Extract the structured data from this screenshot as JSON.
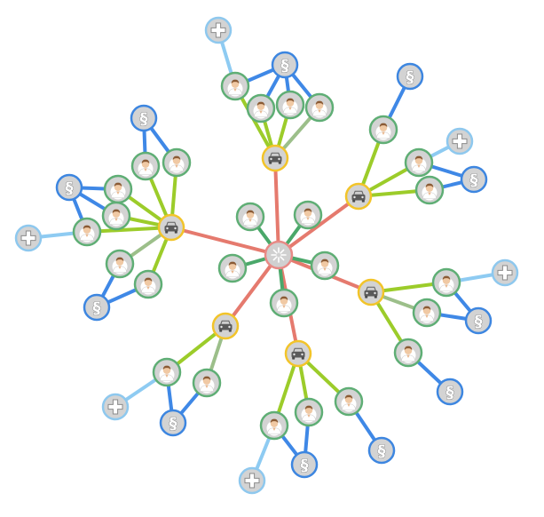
{
  "graph": {
    "colors": {
      "center_fill": "#d0d0d0",
      "center_ring": "#e88a86",
      "car_ring": "#f2c42a",
      "person_ring": "#5fae75",
      "legal_ring": "#3d86e0",
      "medical_ring": "#8ec8ee",
      "node_fill": "#d3d3d3",
      "edge_center_car": "#e57a6e",
      "edge_center_person": "#4aa86a",
      "edge_car_person": "#9ccc2a",
      "edge_car_person_muted": "#9cbf8a",
      "edge_legal": "#3f88e6",
      "edge_medical": "#8ecbf2"
    },
    "icons": {
      "center": "sparkle-icon",
      "car": "car-icon",
      "person": "person-icon",
      "legal": "section-sign-icon",
      "medical": "plus-icon"
    },
    "glyphs": {
      "legal": "§"
    },
    "nodes": [
      {
        "id": "center",
        "type": "center"
      },
      {
        "id": "car-n",
        "type": "car"
      },
      {
        "id": "car-ne",
        "type": "car"
      },
      {
        "id": "car-w",
        "type": "car"
      },
      {
        "id": "car-e",
        "type": "car"
      },
      {
        "id": "car-sw",
        "type": "car"
      },
      {
        "id": "car-s",
        "type": "car"
      },
      {
        "id": "p-c1",
        "type": "person"
      },
      {
        "id": "p-c2",
        "type": "person"
      },
      {
        "id": "p-c3",
        "type": "person"
      },
      {
        "id": "p-c4",
        "type": "person"
      },
      {
        "id": "p-c5",
        "type": "person"
      },
      {
        "id": "p-n1",
        "type": "person"
      },
      {
        "id": "p-n2",
        "type": "person"
      },
      {
        "id": "p-n3",
        "type": "person"
      },
      {
        "id": "p-n4",
        "type": "person"
      },
      {
        "id": "l-n",
        "type": "legal"
      },
      {
        "id": "m-n",
        "type": "medical"
      },
      {
        "id": "p-ne1",
        "type": "person"
      },
      {
        "id": "p-ne2",
        "type": "person"
      },
      {
        "id": "p-ne3",
        "type": "person"
      },
      {
        "id": "l-ne1",
        "type": "legal"
      },
      {
        "id": "l-ne2",
        "type": "legal"
      },
      {
        "id": "m-ne",
        "type": "medical"
      },
      {
        "id": "p-w1",
        "type": "person"
      },
      {
        "id": "p-w2",
        "type": "person"
      },
      {
        "id": "p-w3",
        "type": "person"
      },
      {
        "id": "p-w4",
        "type": "person"
      },
      {
        "id": "p-w5",
        "type": "person"
      },
      {
        "id": "p-w6",
        "type": "person"
      },
      {
        "id": "p-w7",
        "type": "person"
      },
      {
        "id": "l-w1",
        "type": "legal"
      },
      {
        "id": "l-w2",
        "type": "legal"
      },
      {
        "id": "l-w3",
        "type": "legal"
      },
      {
        "id": "m-w",
        "type": "medical"
      },
      {
        "id": "p-e1",
        "type": "person"
      },
      {
        "id": "p-e2",
        "type": "person"
      },
      {
        "id": "p-e3",
        "type": "person"
      },
      {
        "id": "l-e1",
        "type": "legal"
      },
      {
        "id": "l-e2",
        "type": "legal"
      },
      {
        "id": "m-e",
        "type": "medical"
      },
      {
        "id": "p-sw1",
        "type": "person"
      },
      {
        "id": "p-sw2",
        "type": "person"
      },
      {
        "id": "l-sw",
        "type": "legal"
      },
      {
        "id": "m-sw",
        "type": "medical"
      },
      {
        "id": "p-s1",
        "type": "person"
      },
      {
        "id": "p-s2",
        "type": "person"
      },
      {
        "id": "p-s3",
        "type": "person"
      },
      {
        "id": "l-s1",
        "type": "legal"
      },
      {
        "id": "l-s2",
        "type": "legal"
      },
      {
        "id": "m-s",
        "type": "medical"
      }
    ],
    "edges": [
      {
        "from": "center",
        "to": "car-n",
        "kind": "center_car"
      },
      {
        "from": "center",
        "to": "car-ne",
        "kind": "center_car"
      },
      {
        "from": "center",
        "to": "car-w",
        "kind": "center_car"
      },
      {
        "from": "center",
        "to": "car-e",
        "kind": "center_car"
      },
      {
        "from": "center",
        "to": "car-sw",
        "kind": "center_car"
      },
      {
        "from": "center",
        "to": "car-s",
        "kind": "center_car"
      },
      {
        "from": "center",
        "to": "p-c1",
        "kind": "center_person"
      },
      {
        "from": "center",
        "to": "p-c2",
        "kind": "center_person"
      },
      {
        "from": "center",
        "to": "p-c3",
        "kind": "center_person"
      },
      {
        "from": "center",
        "to": "p-c4",
        "kind": "center_person"
      },
      {
        "from": "center",
        "to": "p-c5",
        "kind": "center_person"
      },
      {
        "from": "car-n",
        "to": "p-n1",
        "kind": "car_person"
      },
      {
        "from": "car-n",
        "to": "p-n2",
        "kind": "car_person"
      },
      {
        "from": "car-n",
        "to": "p-n3",
        "kind": "car_person"
      },
      {
        "from": "car-n",
        "to": "p-n4",
        "kind": "car_person_muted"
      },
      {
        "from": "p-n1",
        "to": "m-n",
        "kind": "medical"
      },
      {
        "from": "p-n1",
        "to": "l-n",
        "kind": "legal"
      },
      {
        "from": "p-n2",
        "to": "l-n",
        "kind": "legal"
      },
      {
        "from": "p-n3",
        "to": "l-n",
        "kind": "legal"
      },
      {
        "from": "p-n4",
        "to": "l-n",
        "kind": "legal"
      },
      {
        "from": "car-ne",
        "to": "p-ne1",
        "kind": "car_person"
      },
      {
        "from": "car-ne",
        "to": "p-ne2",
        "kind": "car_person"
      },
      {
        "from": "car-ne",
        "to": "p-ne3",
        "kind": "car_person"
      },
      {
        "from": "p-ne1",
        "to": "l-ne1",
        "kind": "legal"
      },
      {
        "from": "p-ne2",
        "to": "m-ne",
        "kind": "medical"
      },
      {
        "from": "p-ne2",
        "to": "l-ne2",
        "kind": "legal"
      },
      {
        "from": "p-ne3",
        "to": "l-ne2",
        "kind": "legal"
      },
      {
        "from": "car-w",
        "to": "p-w1",
        "kind": "car_person"
      },
      {
        "from": "car-w",
        "to": "p-w2",
        "kind": "car_person"
      },
      {
        "from": "car-w",
        "to": "p-w3",
        "kind": "car_person"
      },
      {
        "from": "car-w",
        "to": "p-w4",
        "kind": "car_person"
      },
      {
        "from": "car-w",
        "to": "p-w5",
        "kind": "car_person"
      },
      {
        "from": "car-w",
        "to": "p-w6",
        "kind": "car_person_muted"
      },
      {
        "from": "car-w",
        "to": "p-w7",
        "kind": "car_person"
      },
      {
        "from": "p-w1",
        "to": "l-w1",
        "kind": "legal"
      },
      {
        "from": "p-w2",
        "to": "l-w1",
        "kind": "legal"
      },
      {
        "from": "p-w3",
        "to": "l-w2",
        "kind": "legal"
      },
      {
        "from": "p-w4",
        "to": "l-w2",
        "kind": "legal"
      },
      {
        "from": "p-w5",
        "to": "l-w2",
        "kind": "legal"
      },
      {
        "from": "p-w5",
        "to": "m-w",
        "kind": "medical"
      },
      {
        "from": "p-w6",
        "to": "l-w3",
        "kind": "legal"
      },
      {
        "from": "p-w7",
        "to": "l-w3",
        "kind": "legal"
      },
      {
        "from": "car-e",
        "to": "p-e1",
        "kind": "car_person"
      },
      {
        "from": "car-e",
        "to": "p-e2",
        "kind": "car_person_muted"
      },
      {
        "from": "car-e",
        "to": "p-e3",
        "kind": "car_person"
      },
      {
        "from": "p-e1",
        "to": "m-e",
        "kind": "medical"
      },
      {
        "from": "p-e1",
        "to": "l-e1",
        "kind": "legal"
      },
      {
        "from": "p-e2",
        "to": "l-e1",
        "kind": "legal"
      },
      {
        "from": "p-e3",
        "to": "l-e2",
        "kind": "legal"
      },
      {
        "from": "car-sw",
        "to": "p-sw1",
        "kind": "car_person"
      },
      {
        "from": "car-sw",
        "to": "p-sw2",
        "kind": "car_person_muted"
      },
      {
        "from": "p-sw1",
        "to": "m-sw",
        "kind": "medical"
      },
      {
        "from": "p-sw1",
        "to": "l-sw",
        "kind": "legal"
      },
      {
        "from": "p-sw2",
        "to": "l-sw",
        "kind": "legal"
      },
      {
        "from": "car-s",
        "to": "p-s1",
        "kind": "car_person"
      },
      {
        "from": "car-s",
        "to": "p-s2",
        "kind": "car_person"
      },
      {
        "from": "car-s",
        "to": "p-s3",
        "kind": "car_person"
      },
      {
        "from": "p-s1",
        "to": "m-s",
        "kind": "medical"
      },
      {
        "from": "p-s1",
        "to": "l-s1",
        "kind": "legal"
      },
      {
        "from": "p-s2",
        "to": "l-s1",
        "kind": "legal"
      },
      {
        "from": "p-s3",
        "to": "l-s2",
        "kind": "legal"
      }
    ]
  }
}
